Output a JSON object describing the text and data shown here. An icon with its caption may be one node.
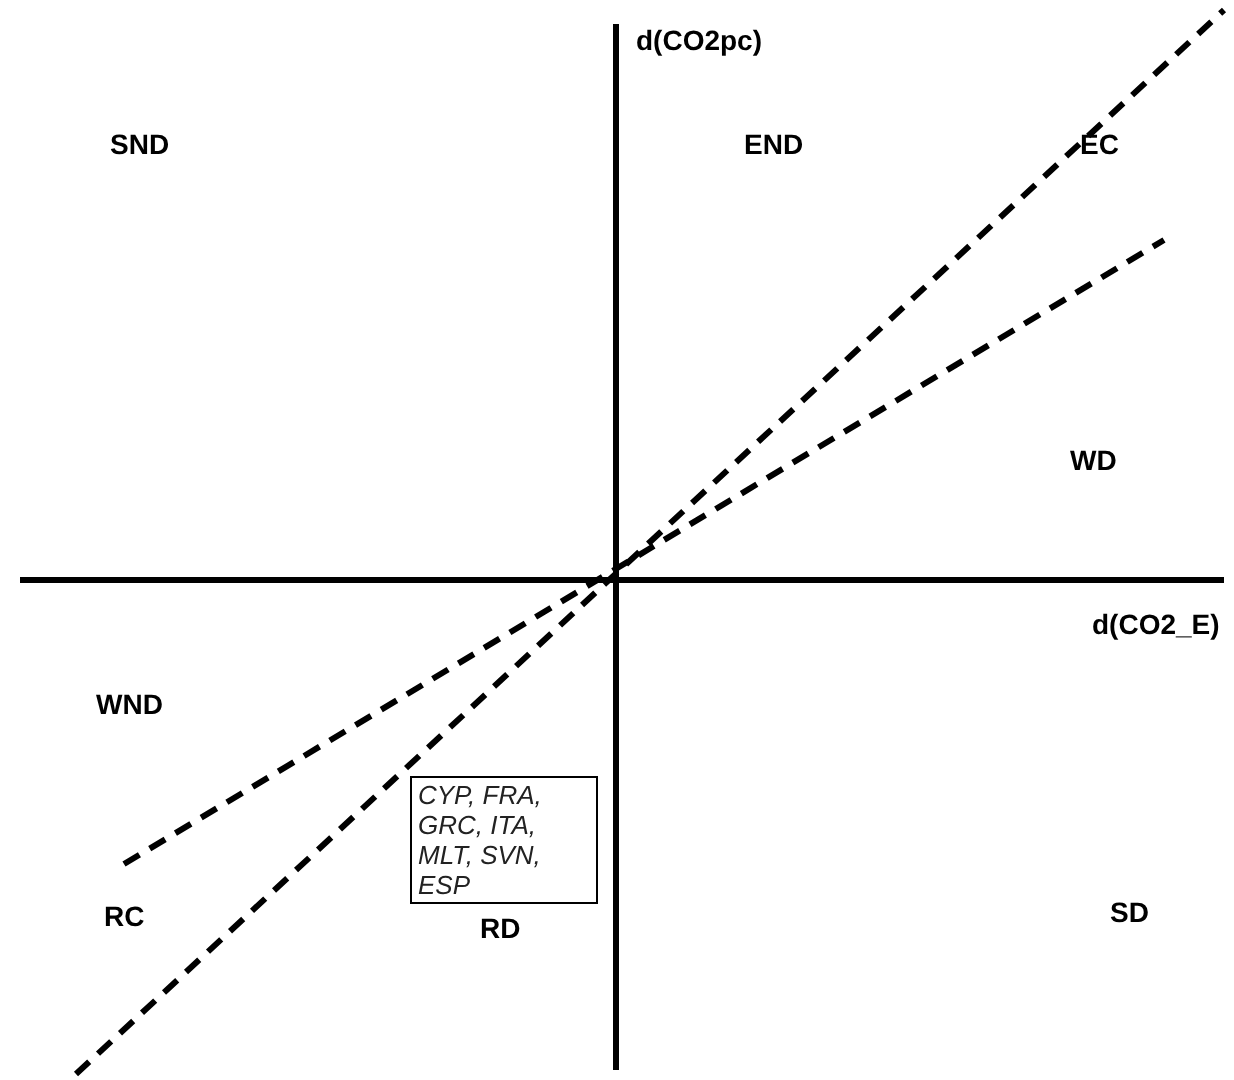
{
  "diagram": {
    "nodes": [
      {
        "text": [
          "CYP, FRA, GRC, ITA, MLT, SVN, ESP"
        ]
      }
    ],
    "labels": [
      "d(CO2pc)",
      "SND",
      "END",
      "EC",
      "WD",
      "d(CO2_E)",
      "WND",
      "RC",
      "RD",
      "SD"
    ]
  }
}
